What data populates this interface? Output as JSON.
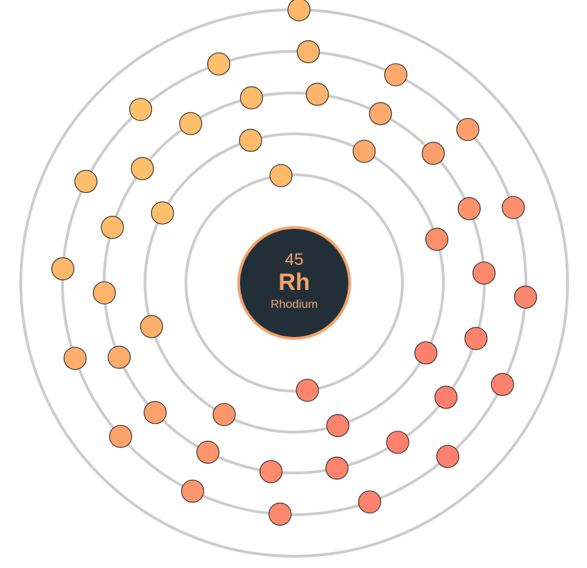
{
  "element": {
    "atomic_number": "45",
    "symbol": "Rh",
    "name": "Rhodium"
  },
  "colors": {
    "background": "#ffffff",
    "shell_stroke": "#cccccc",
    "nucleus_fill": "#232f38",
    "nucleus_stroke": "#f4a36c",
    "nucleus_text": "#f4a36c",
    "electron_stroke": "#333333",
    "electron_gradient": [
      "#fe7f6d",
      "#fec06b"
    ]
  },
  "shells": [
    {
      "shell": 1,
      "electrons": 2
    },
    {
      "shell": 2,
      "electrons": 8
    },
    {
      "shell": 3,
      "electrons": 18
    },
    {
      "shell": 4,
      "electrons": 16
    },
    {
      "shell": 5,
      "electrons": 1
    }
  ]
}
